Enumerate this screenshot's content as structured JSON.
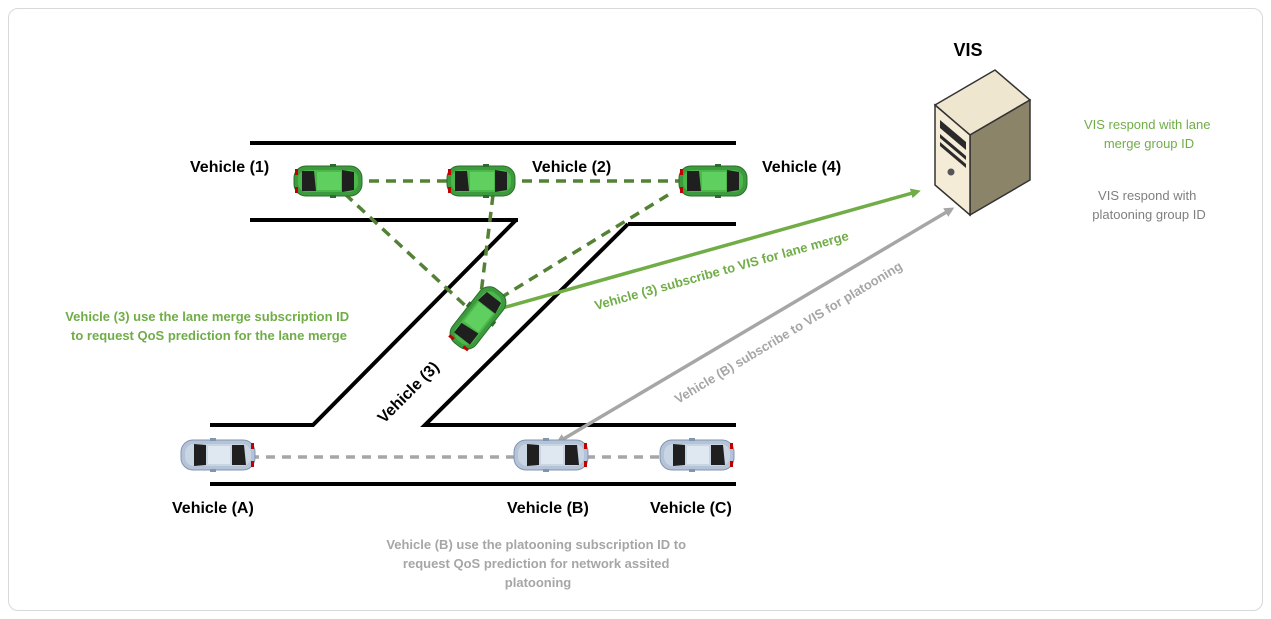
{
  "server": {
    "title": "VIS",
    "icon": "server-tower-icon"
  },
  "vehicles": {
    "v1": "Vehicle (1)",
    "v2": "Vehicle (2)",
    "v3": "Vehicle (3)",
    "v4": "Vehicle (4)",
    "a": "Vehicle (A)",
    "b": "Vehicle (B)",
    "c": "Vehicle (C)"
  },
  "arrows": {
    "lane_merge_subscribe": "Vehicle (3) subscribe to VIS  for lane merge",
    "platooning_subscribe": "Vehicle (B) subscribe to VIS  for platooning"
  },
  "responses": {
    "lane_merge": [
      "VIS respond with lane",
      "merge group ID"
    ],
    "platooning": [
      "VIS respond with",
      "platooning group ID"
    ]
  },
  "notes": {
    "lane_merge_qos": [
      "Vehicle (3) use the lane merge subscription ID",
      "to request QoS prediction for the lane merge"
    ],
    "platooning_qos": [
      "Vehicle (B) use the platooning subscription ID to",
      "request QoS prediction for network assited",
      "platooning"
    ]
  },
  "colors": {
    "green": "#70ad47",
    "dark_green": "#548235",
    "grey": "#a6a6a6",
    "car_green": "#3c9b3c",
    "car_grey": "#b4c3d7"
  }
}
